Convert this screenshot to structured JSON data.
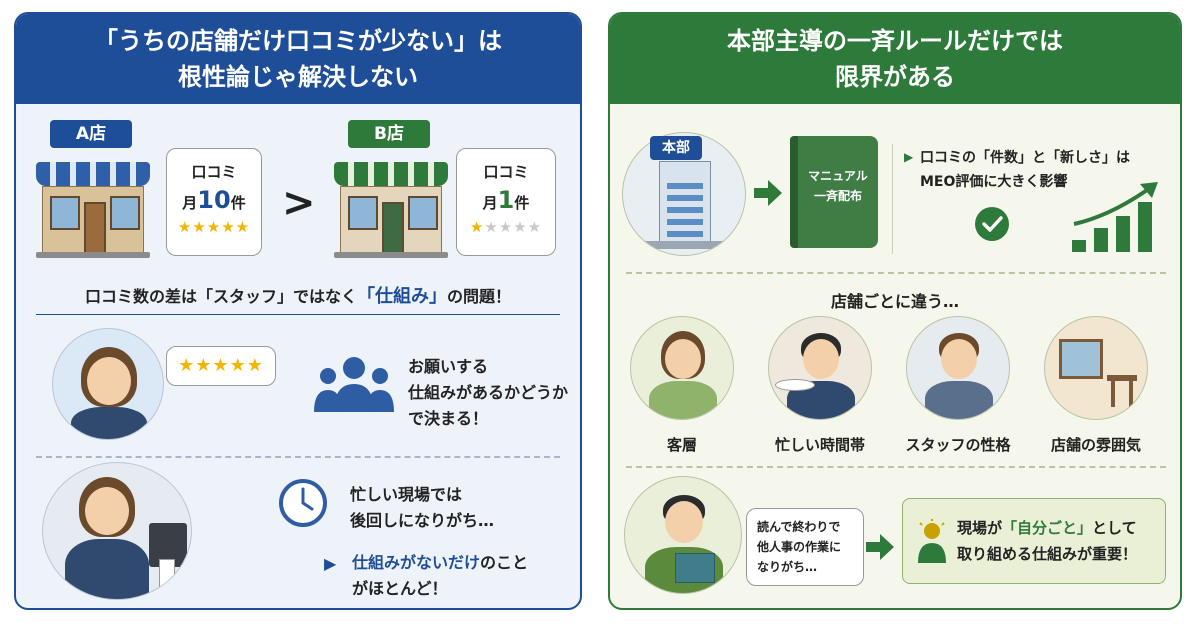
{
  "left": {
    "title_line1": "「うちの店舗だけ口コミが少ない」は",
    "title_line2": "根性論じゃ解決しない",
    "shop_a": {
      "tag": "A店",
      "bubble_line1": "口コミ",
      "bubble_prefix": "月",
      "count": "10",
      "bubble_suffix": "件",
      "stars_on": "★★★★★",
      "stars_off": ""
    },
    "shop_b": {
      "tag": "B店",
      "bubble_line1": "口コミ",
      "bubble_prefix": "月",
      "count": "1",
      "bubble_suffix": "件",
      "stars_on": "★",
      "stars_off": "★★★★"
    },
    "compare_symbol": ">",
    "statement_pre": "口コミ数の差は「スタッフ」ではなく",
    "statement_highlight": "「仕組み」",
    "statement_post": "の問題！",
    "staff_bubble_stars": "★★★★★",
    "ask_line1": "お願いする",
    "ask_line2": "仕組みがあるかどうか",
    "ask_line3": "で決まる！",
    "busy_line1": "忙しい現場では",
    "busy_line2": "後回しになりがち…",
    "arrow_glyph": "▶",
    "noscheme_highlight": "仕組みがないだけ",
    "noscheme_post": "のこと",
    "noscheme_line2": "がほとんど！"
  },
  "right": {
    "title_line1": "本部主導の一斉ルールだけでは",
    "title_line2": "限界がある",
    "hq_label": "本部",
    "manual_line1": "マニュアル",
    "manual_line2": "一斉配布",
    "meo_marker": "▶",
    "meo_line1": "口コミの「件数」と「新しさ」は",
    "meo_line2": "MEO評価に大きく影響",
    "diff_title": "店舗ごとに違う…",
    "factors": [
      "客層",
      "忙しい時間帯",
      "スタッフの性格",
      "店舗の雰囲気"
    ],
    "reader_bubble_line1": "読んで終わりで",
    "reader_bubble_line2": "他人事の作業に",
    "reader_bubble_line3": "なりがち…",
    "result_line1_pre": "現場が",
    "result_line1_highlight": "「自分ごと」",
    "result_line1_post": "として",
    "result_line2": "取り組める仕組みが重要！"
  },
  "colors": {
    "left_accent": "#1f4e99",
    "right_accent": "#2d7a3a",
    "star": "#f2b600"
  }
}
